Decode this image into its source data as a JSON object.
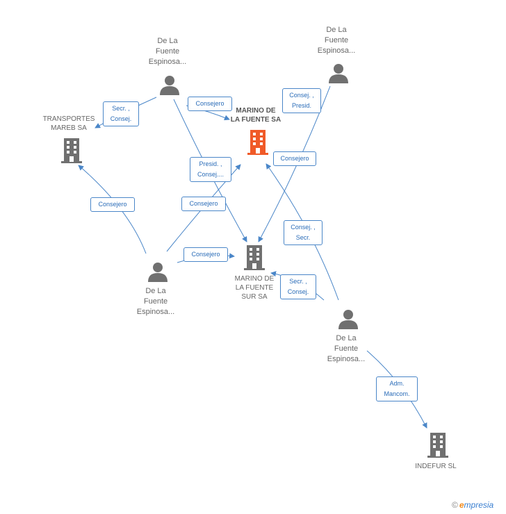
{
  "nodes": {
    "person_top": {
      "label": [
        "De La",
        "Fuente",
        "Espinosa..."
      ]
    },
    "person_topright": {
      "label": [
        "De La",
        "Fuente",
        "Espinosa..."
      ]
    },
    "person_left": {
      "label": [
        "De La",
        "Fuente",
        "Espinosa..."
      ]
    },
    "person_right": {
      "label": [
        "De La",
        "Fuente",
        "Espinosa..."
      ]
    },
    "company_transportes": {
      "label": [
        "TRANSPORTES",
        "MAREB SA"
      ]
    },
    "company_main": {
      "label": [
        "MARINO DE",
        "LA FUENTE SA"
      ]
    },
    "company_sur": {
      "label": [
        "MARINO DE",
        "LA FUENTE",
        "SUR SA"
      ]
    },
    "company_indefur": {
      "label": [
        "INDEFUR SL"
      ]
    }
  },
  "edges": {
    "e1": [
      "Secr. ,",
      "Consej."
    ],
    "e2": [
      "Consejero"
    ],
    "e3": [
      "Consej. ,",
      "Presid."
    ],
    "e4": [
      "Presid. ,",
      "Consej...."
    ],
    "e5": [
      "Consejero"
    ],
    "e6": [
      "Consejero"
    ],
    "e7": [
      "Consejero"
    ],
    "e8": [
      "Consej. ,",
      "Secr."
    ],
    "e9": [
      "Consejero"
    ],
    "e10": [
      "Secr. ,",
      "Consej."
    ],
    "e11": [
      "Adm.",
      "Mancom."
    ]
  },
  "colors": {
    "edge": "#4a86c8",
    "person": "#707070",
    "company": "#707070",
    "main_company": "#f05a28"
  },
  "footer": {
    "copyright": "©",
    "brand_initial": "e",
    "brand_rest": "mpresia"
  }
}
